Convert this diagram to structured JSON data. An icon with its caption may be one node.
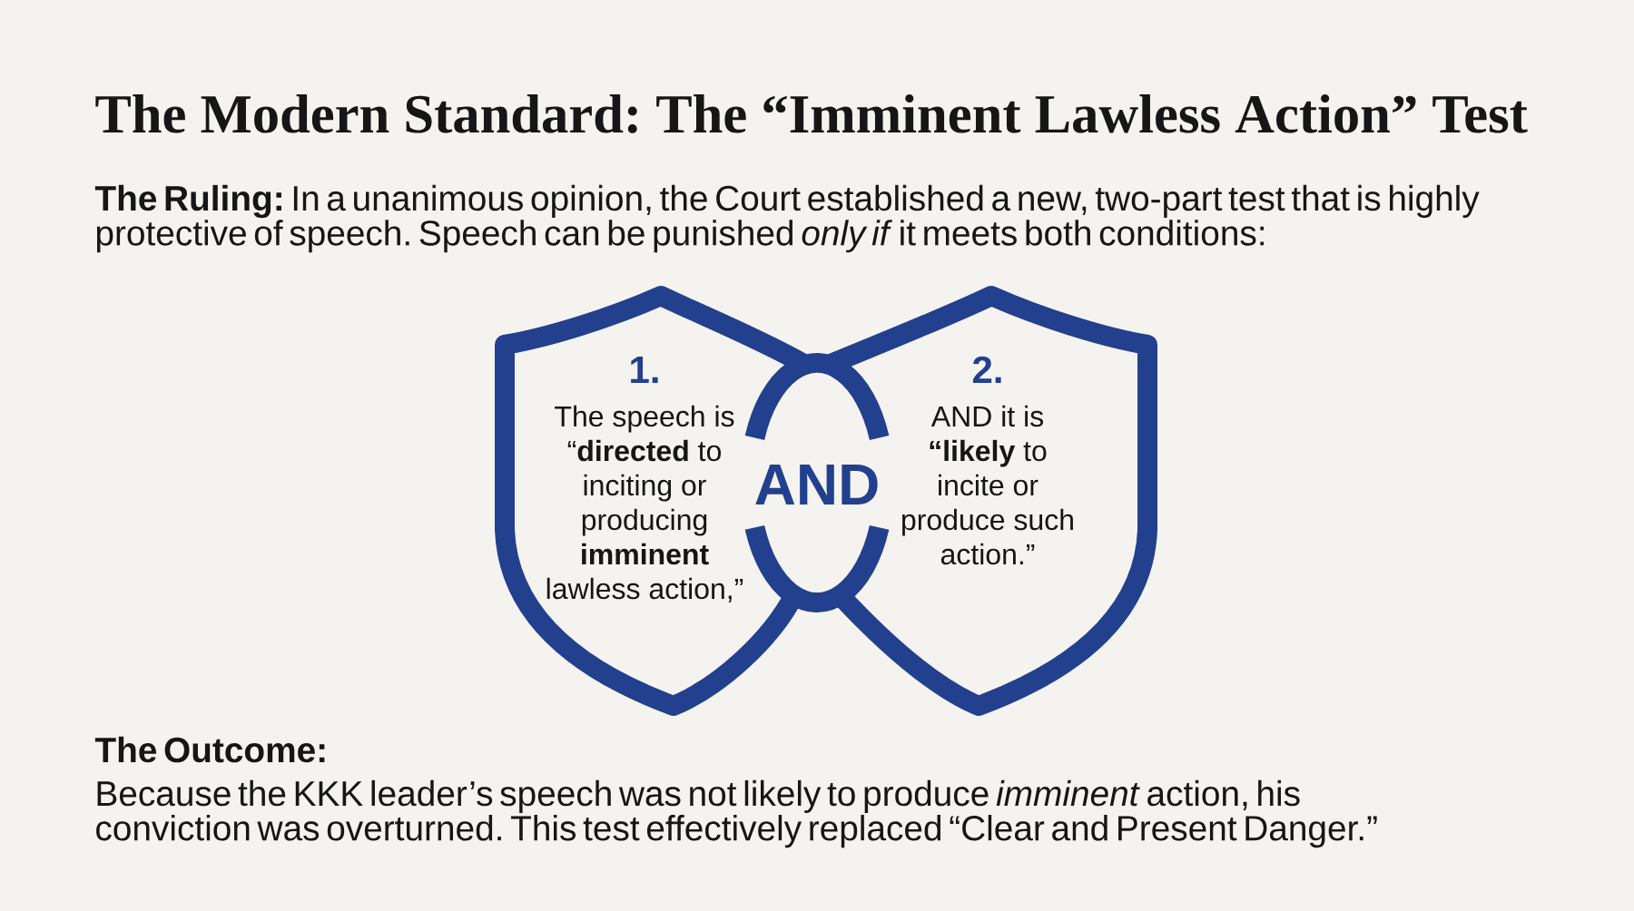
{
  "diagram": {
    "title": "The Modern Standard: The “Imminent Lawless Action” Test",
    "nodes": [
      {
        "text": [
          "1.",
          "The speech is “**directed** to inciting or producing **imminent** lawless action,”"
        ]
      },
      {
        "text": [
          "2.",
          "AND it is **“likely** to incite or produce such action.”"
        ]
      },
      {
        "text": [
          "AND"
        ]
      }
    ],
    "labels": [
      "**The Ruling:** In a unanimous opinion, the Court established a new, two-part test that is highly protective of speech. Speech can be punished *only if* it meets both conditions:",
      "The Outcome:",
      "Because the KKK leader’s speech was not likely to produce *imminent* action, his conviction was overturned. This test effectively replaced “Clear and Present Danger.”"
    ]
  }
}
